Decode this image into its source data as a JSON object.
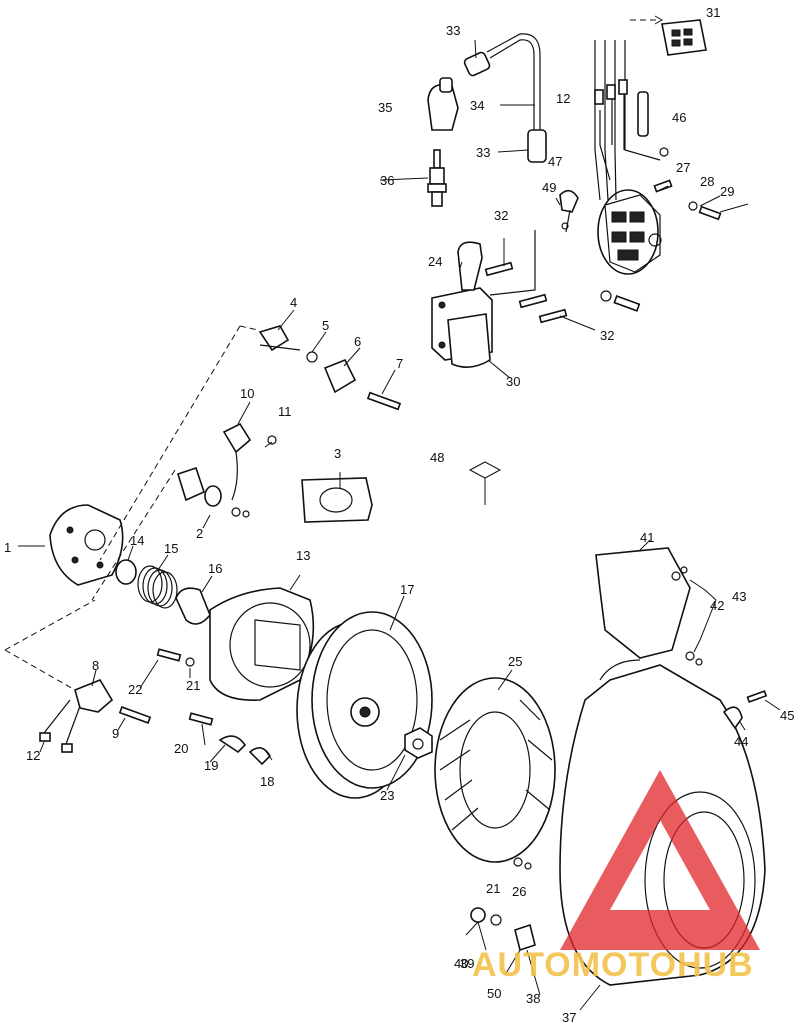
{
  "labels": [
    "1",
    "2",
    "3",
    "4",
    "5",
    "6",
    "7",
    "8",
    "9",
    "10",
    "11",
    "12",
    "12",
    "13",
    "14",
    "15",
    "16",
    "17",
    "18",
    "19",
    "20",
    "21",
    "21",
    "22",
    "23",
    "24",
    "25",
    "26",
    "27",
    "28",
    "29",
    "30",
    "31",
    "32",
    "32",
    "33",
    "33",
    "34",
    "35",
    "36",
    "37",
    "38",
    "39",
    "40",
    "41",
    "42",
    "43",
    "44",
    "45",
    "46",
    "47",
    "48",
    "49",
    "50"
  ],
  "watermark": {
    "text": "AUTOMOTOHUB",
    "color": "#f2c24a",
    "triangle_color": "#e0262a"
  }
}
